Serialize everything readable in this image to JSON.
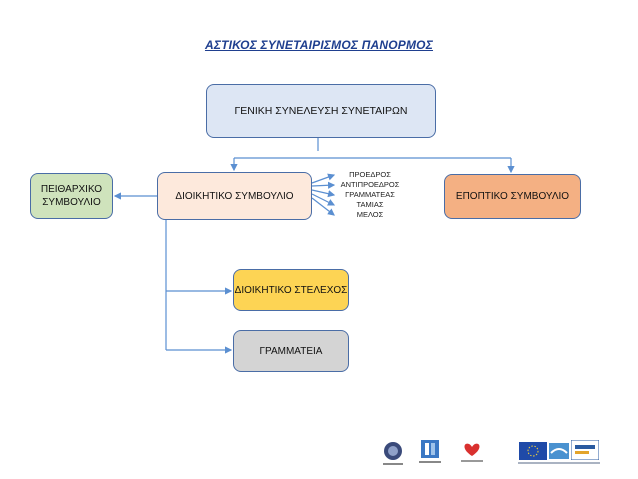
{
  "title": "ΑΣΤΙΚΟΣ ΣΥΝΕΤΑΙΡΙΣΜΟΣ ΠΑΝΟΡΜΟΣ",
  "nodes": {
    "general_assembly": "ΓΕΝΙΚΗ ΣΥΝΕΛΕΥΣΗ ΣΥΝΕΤΑΙΡΩΝ",
    "board": "ΔΙΟΙΚΗΤΙΚΟ ΣΥΜΒΟΥΛΙΟ",
    "disciplinary": "ΠΕΙΘΑΡΧΙΚΟ ΣΥΜΒΟΥΛΙΟ",
    "supervisory": "ΕΠΟΠΤΙΚΟ ΣΥΜΒΟΥΛΙΟ",
    "admin_staff": "ΔΙΟΙΚΗΤΙΚΟ ΣΤΕΛΕΧΟΣ",
    "secretariat": "ΓΡΑΜΜΑΤΕΙΑ"
  },
  "board_roles": [
    "ΠΡΟΕΔΡΟΣ",
    "ΑΝΤΙΠΡΟΕΔΡΟΣ",
    "ΓΡΑΜΜΑΤΕΑΣ",
    "ΤΑΜΙΑΣ",
    "ΜΕΛΟΣ"
  ],
  "colors": {
    "line": "#5b8fd1",
    "border": "#4a6da6",
    "title": "#1f3f8f",
    "general_assembly_fill": "#dde6f4",
    "board_fill": "#fde9dc",
    "disciplinary_fill": "#cfe3bc",
    "supervisory_fill": "#f4b083",
    "admin_staff_fill": "#fdd454",
    "secretariat_fill": "#d4d4d4"
  }
}
